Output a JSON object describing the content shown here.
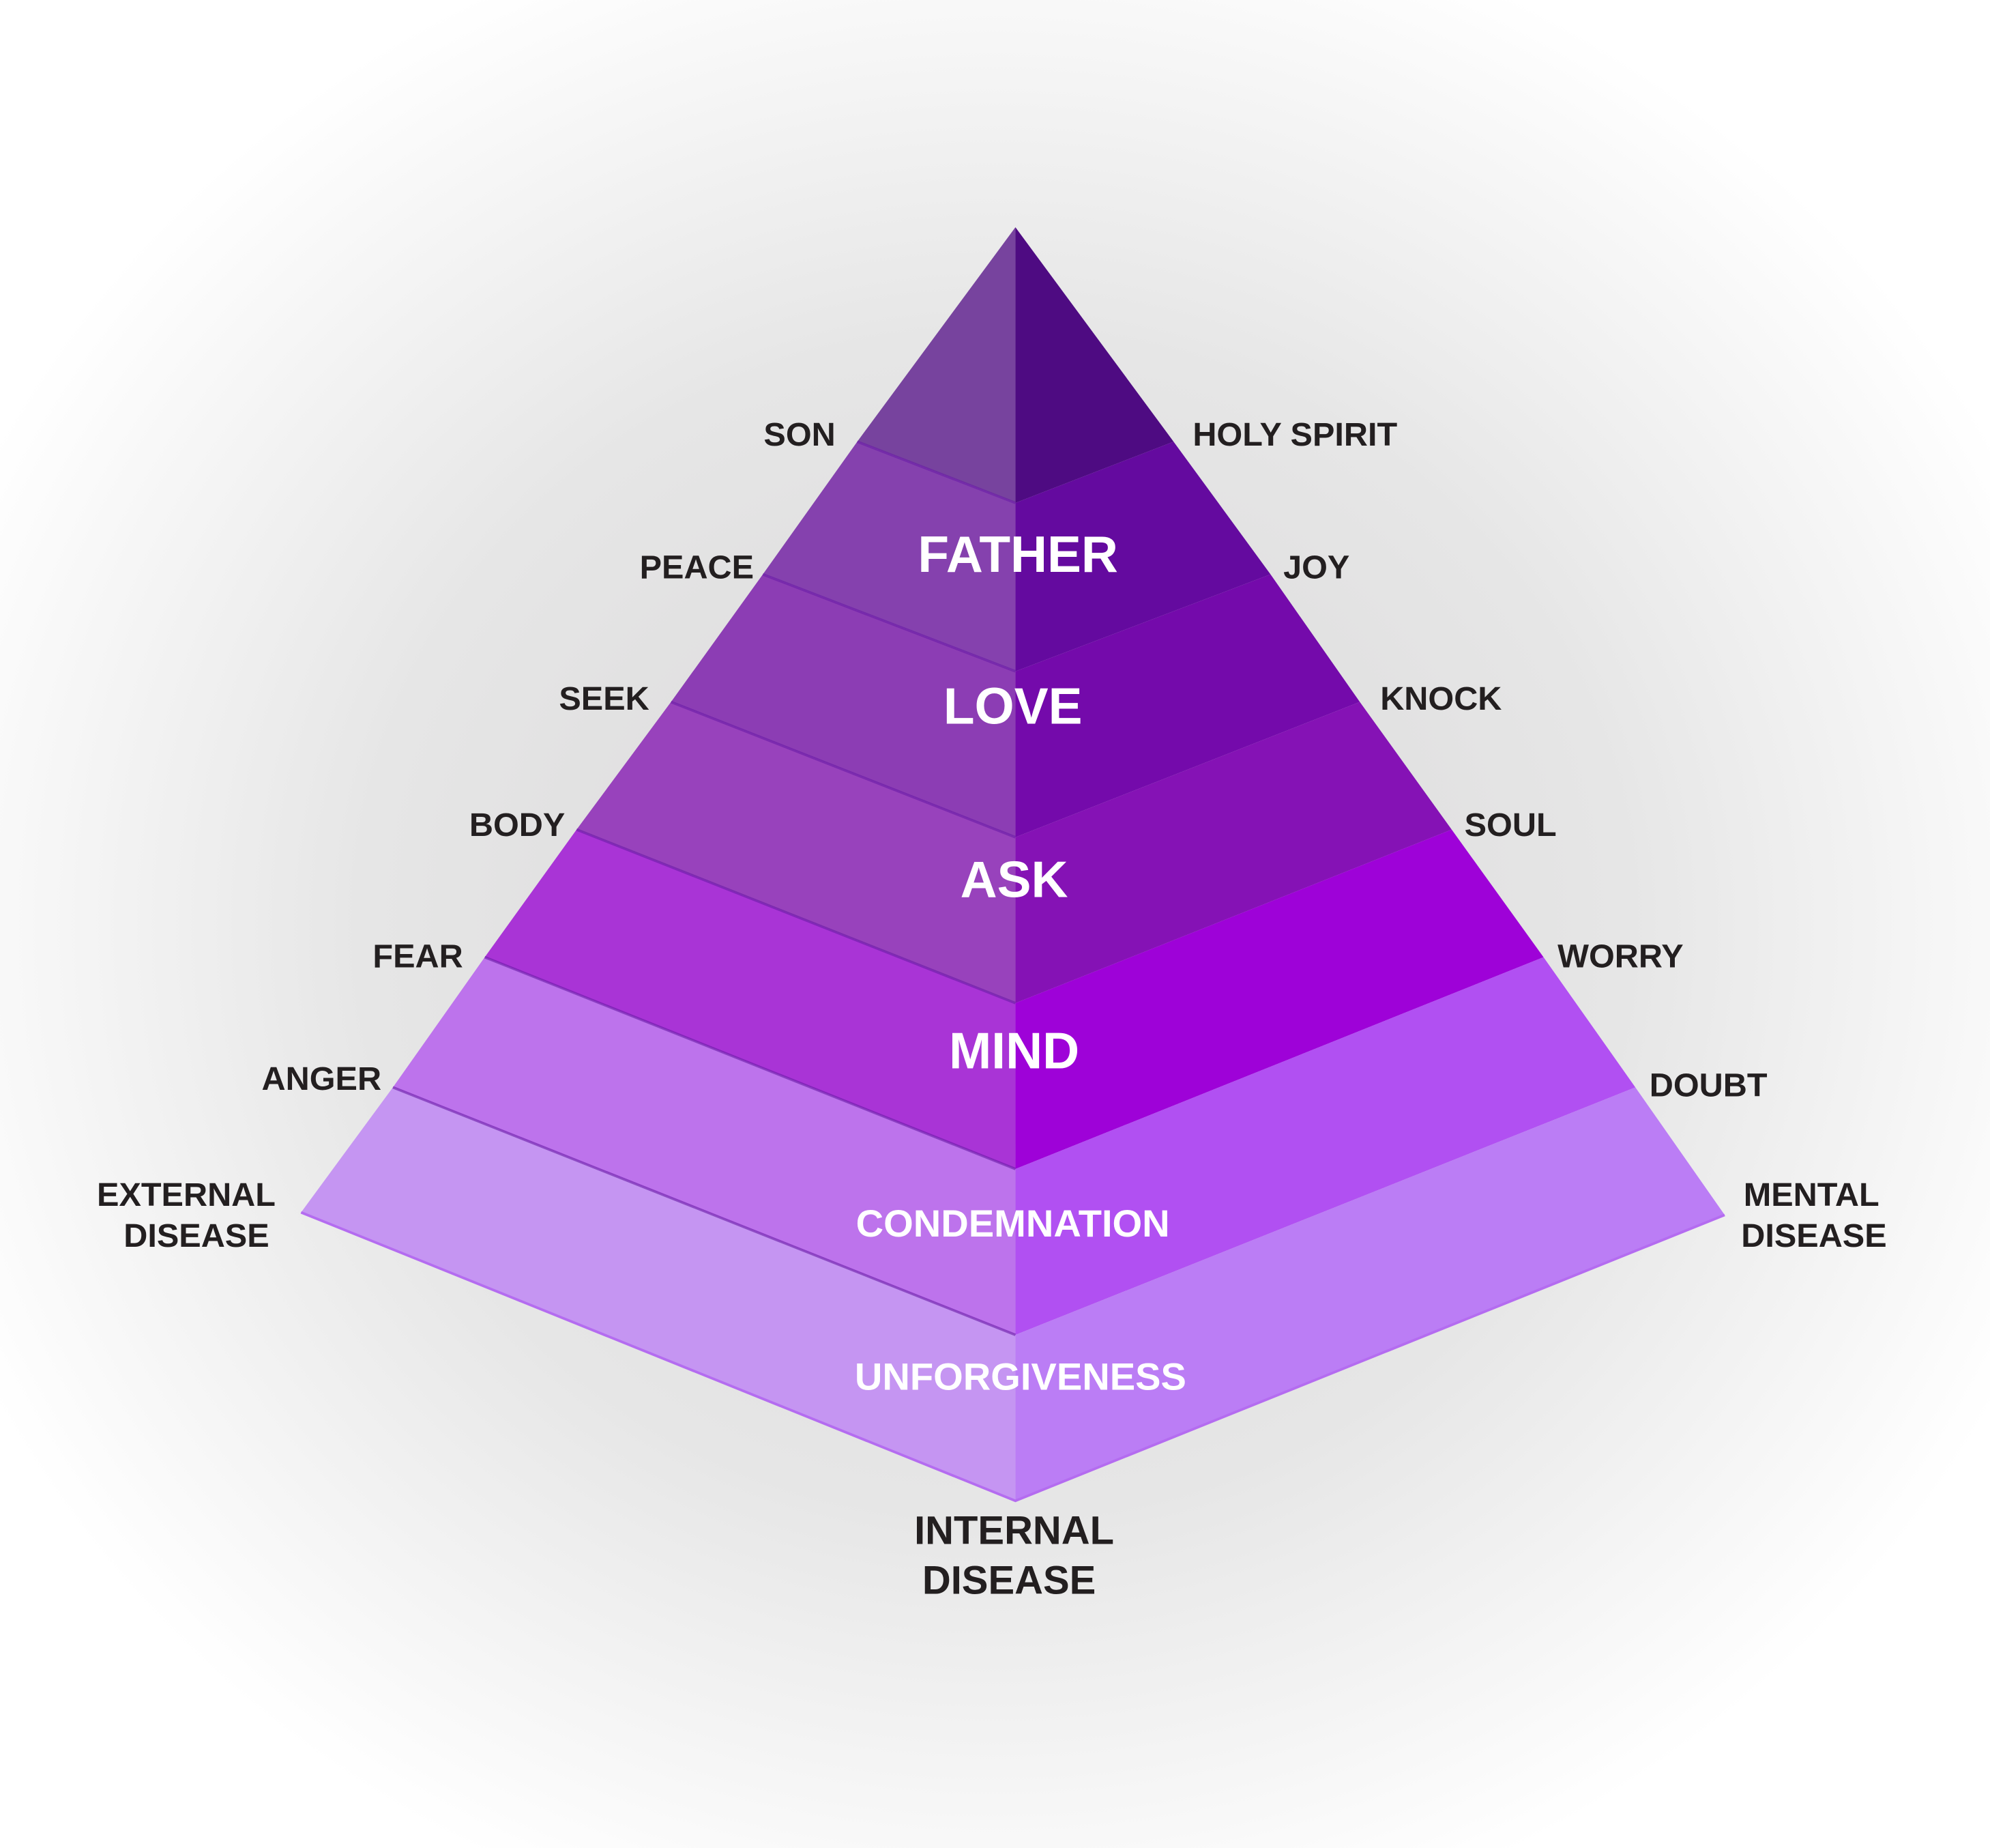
{
  "diagram": {
    "type": "pyramid",
    "layers_center": [
      "FATHER",
      "LOVE",
      "ASK",
      "MIND",
      "CONDEMNATION",
      "UNFORGIVENESS"
    ],
    "left_labels": [
      "SON",
      "PEACE",
      "SEEK",
      "BODY",
      "FEAR",
      "ANGER"
    ],
    "right_labels": [
      "HOLY SPIRIT",
      "JOY",
      "KNOCK",
      "SOUL",
      "WORRY",
      "DOUBT"
    ],
    "corner_left": [
      "EXTERNAL",
      "DISEASE"
    ],
    "corner_right": [
      "MENTAL",
      "DISEASE"
    ],
    "corner_bottom": [
      "INTERNAL",
      "DISEASE"
    ],
    "colors": {
      "left": [
        "#77439e",
        "#8541ae",
        "#8c3db4",
        "#9842bc",
        "#a934d6",
        "#bd73ec",
        "#c595f2"
      ],
      "right": [
        "#4e0b82",
        "#640a9f",
        "#740aab",
        "#8512b5",
        "#9e02d8",
        "#b150f2",
        "#bb7df5"
      ]
    }
  }
}
